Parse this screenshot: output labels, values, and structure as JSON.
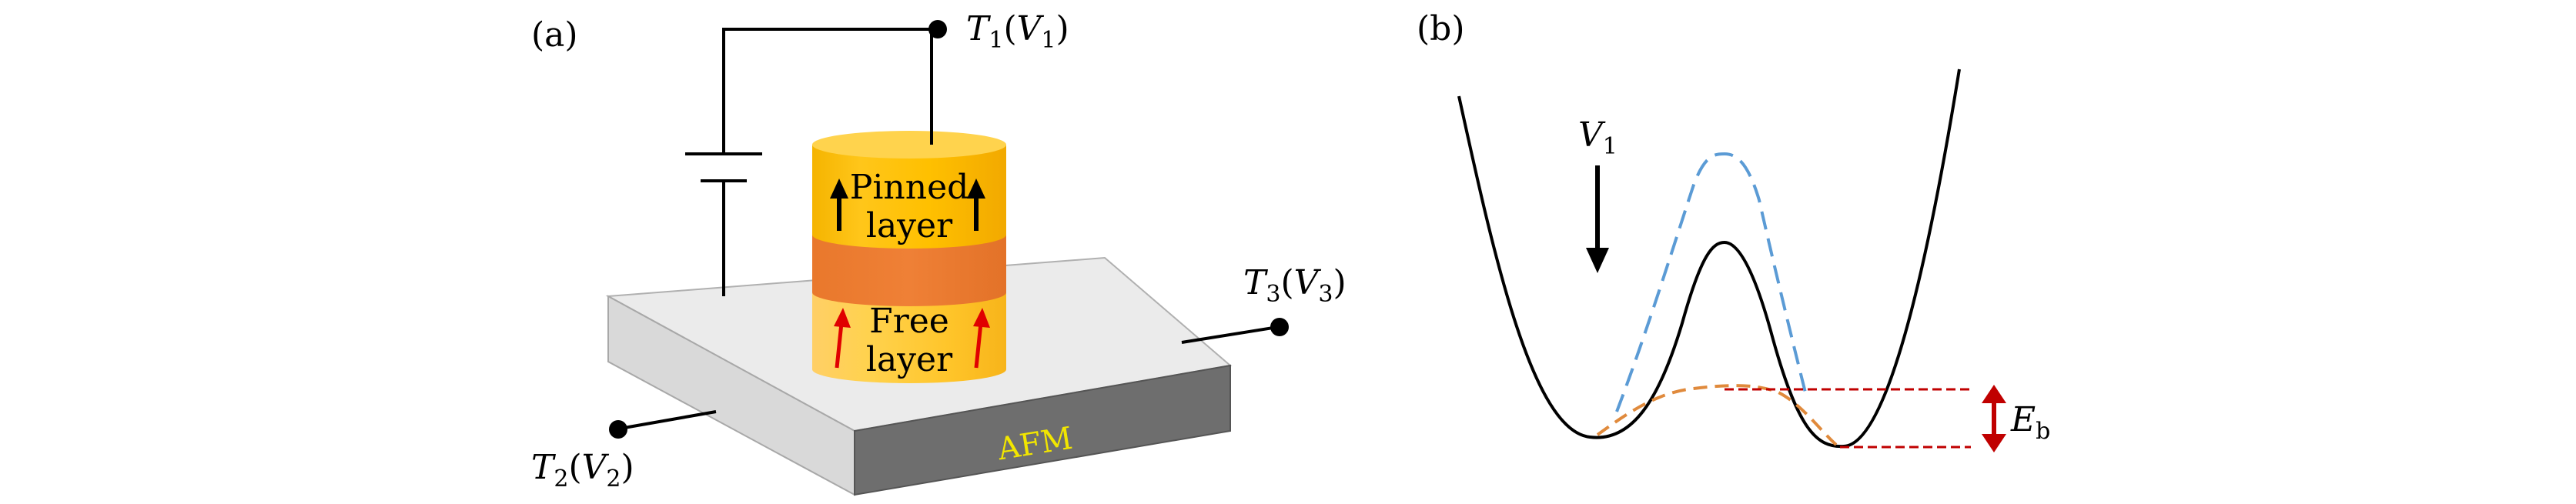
{
  "panel_a": {
    "label": "(a)",
    "layers": {
      "pinned_line1": "Pinned",
      "pinned_line2": "layer",
      "free_line1": "Free",
      "free_line2": "layer",
      "afm": "AFM"
    },
    "terminals": [
      {
        "base": "T",
        "sub": "1",
        "arg_base": "V",
        "arg_sub": "1"
      },
      {
        "base": "T",
        "sub": "2",
        "arg_base": "V",
        "arg_sub": "2"
      },
      {
        "base": "T",
        "sub": "3",
        "arg_base": "V",
        "arg_sub": "3"
      }
    ]
  },
  "panel_b": {
    "label": "(b)",
    "voltage_label_base": "V",
    "voltage_label_sub": "1",
    "barrier_label_base": "E",
    "barrier_label_sub": "b"
  },
  "colors": {
    "pinned": "#ffc000",
    "spacer": "#ed7d31",
    "free": "#ffc000",
    "afm_top": "#ebebeb",
    "afm_side": "#d9d9d9",
    "afm_front": "#6e6e6e",
    "afm_text": "#f2e600",
    "pinned_arrow": "#000000",
    "free_arrow": "#e00000",
    "blue_dash": "#5b9bd5",
    "orange_dash": "#e08a3c",
    "red_dash": "#c00000",
    "eb_arrow": "#c00000"
  }
}
